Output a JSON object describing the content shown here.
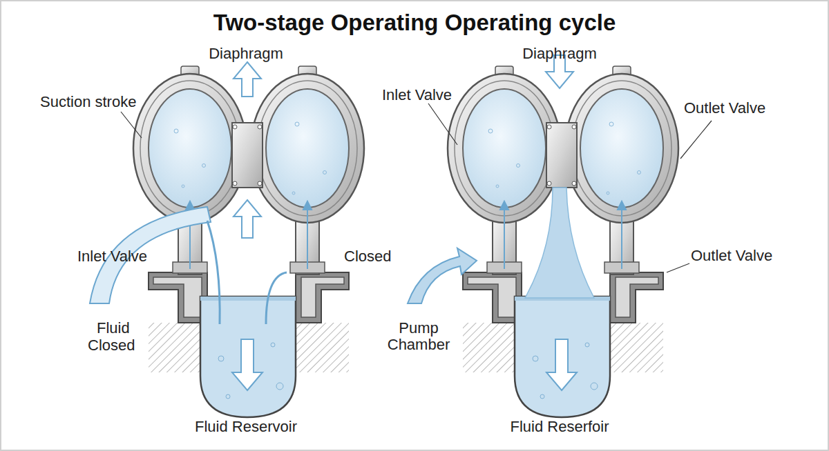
{
  "diagram": {
    "title": "Two-stage Operating Operating cycle",
    "labels": [
      "Diaphragm",
      "Suction stroke",
      "Inlet Valve",
      "Closed",
      "Fluid",
      "Closed",
      "Fluid Reservoir",
      "Diaphragm",
      "Inlet Valve",
      "Outlet Valve",
      "Outlet Valve",
      "Pump Chamber",
      "Fluid Reserfoir"
    ]
  }
}
